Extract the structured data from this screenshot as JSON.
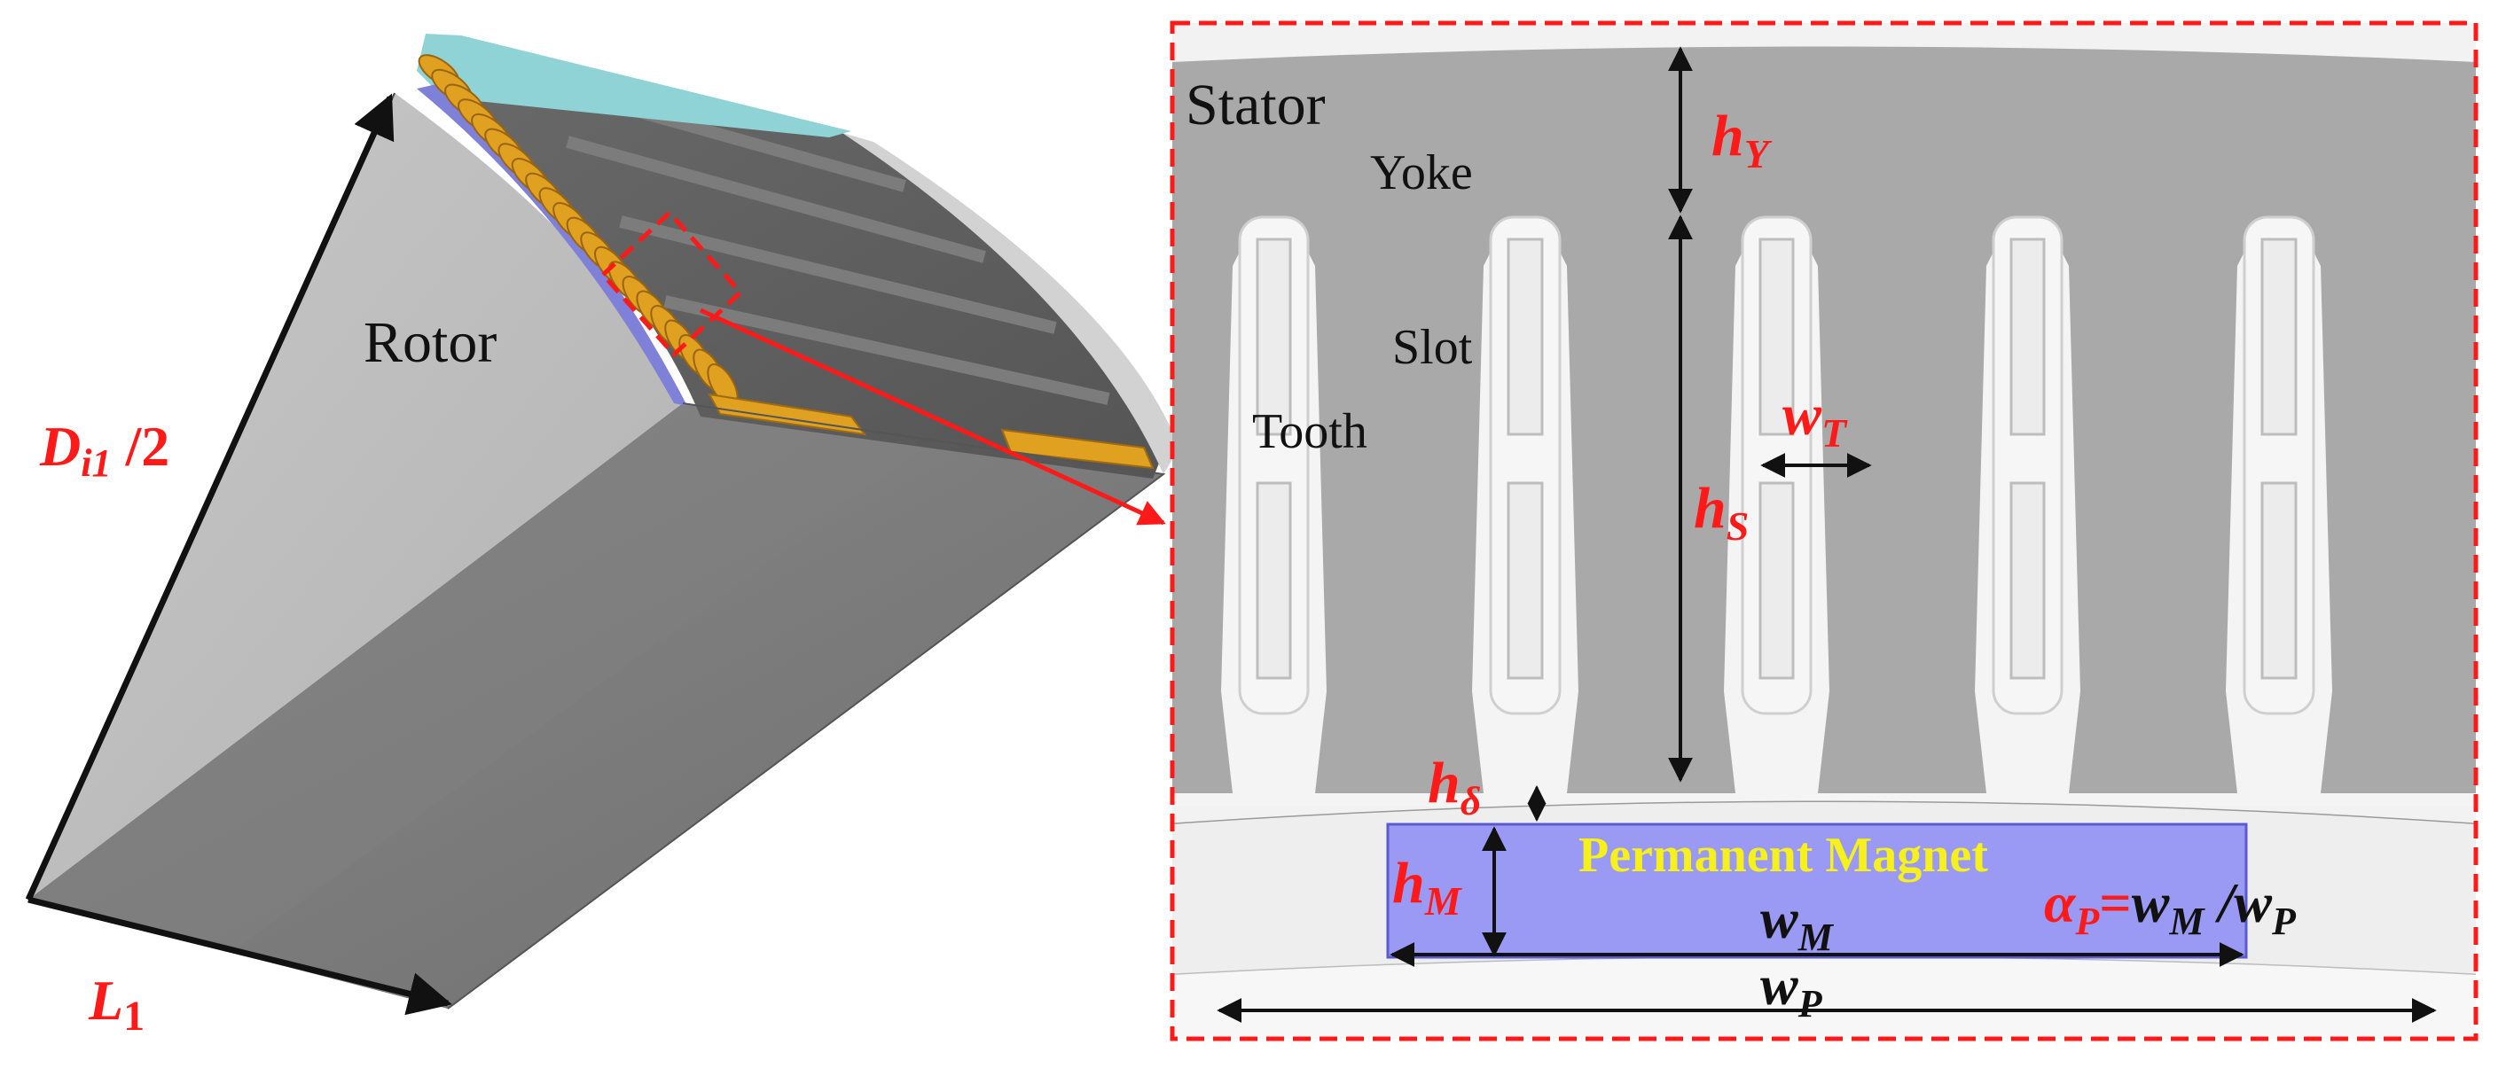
{
  "labels": {
    "rotor": "Rotor",
    "stator": "Stator",
    "yoke": "Yoke",
    "slot": "Slot",
    "tooth": "Tooth",
    "permanent_magnet": "Permanent Magnet"
  },
  "dimensions": {
    "di1_main": "D",
    "di1_sub": "i1",
    "di1_tail": " /2",
    "l1_main": "L",
    "l1_sub": "1",
    "hy_main": "h",
    "hy_sub": "Y",
    "wt_main": "w",
    "wt_sub": "T",
    "hs_main": "h",
    "hs_sub": "S",
    "hdelta_main": "h",
    "hdelta_sub": "δ",
    "hm_main": "h",
    "hm_sub": "M",
    "wm_main": "w",
    "wm_sub": "M",
    "wp_main": "w",
    "wp_sub": "P",
    "alpha_main": "α",
    "alpha_sub": "P",
    "alpha_eq": "=",
    "alpha_w1": "w",
    "alpha_w1_sub": "M",
    "alpha_slash": " /",
    "alpha_w2": "w",
    "alpha_w2_sub": "P"
  },
  "colors": {
    "dimension_red": "#ff1a1a",
    "stator_gray": "#a9a9a9",
    "slot_light": "#ececec",
    "magnet_blue": "#9a9af5",
    "magnet_label": "#f6f01c",
    "coil_orange": "#e0a020"
  }
}
